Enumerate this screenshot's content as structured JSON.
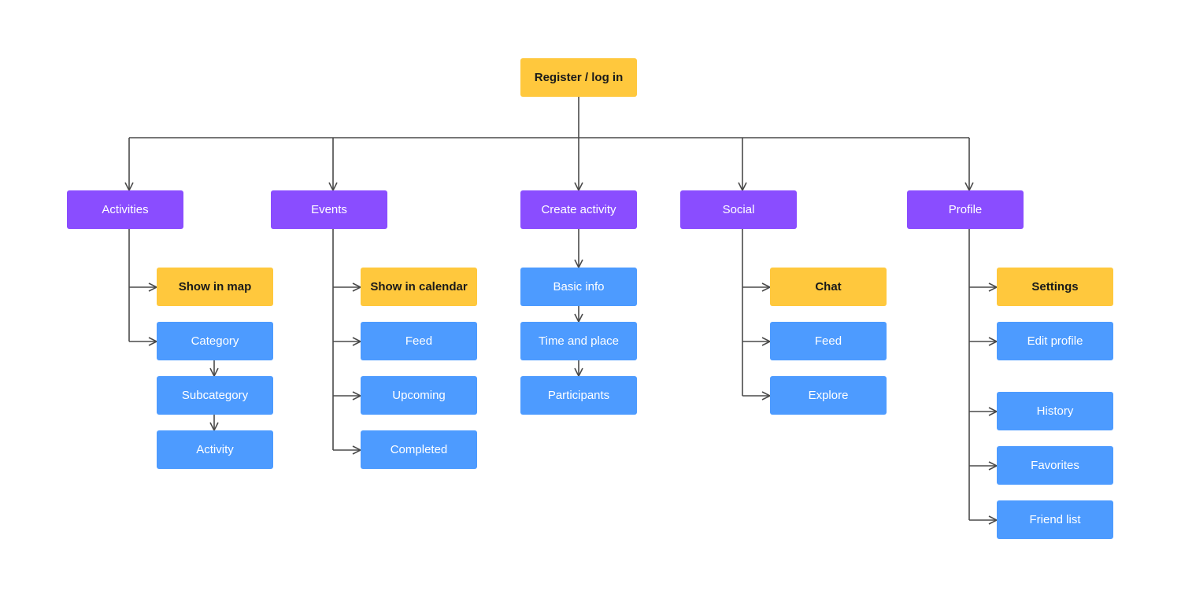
{
  "colors": {
    "start": "#FFC83D",
    "section": "#8A4DFF",
    "page": "#4D9BFF",
    "connector": "#4a4a4a"
  },
  "diagram": {
    "root": {
      "label": "Register / log in"
    },
    "sections": [
      {
        "label": "Activities",
        "children": [
          {
            "label": "Show in map",
            "kind": "highlight"
          },
          {
            "label": "Category",
            "kind": "page"
          },
          {
            "label": "Subcategory",
            "kind": "page"
          },
          {
            "label": "Activity",
            "kind": "page"
          }
        ]
      },
      {
        "label": "Events",
        "children": [
          {
            "label": "Show in calendar",
            "kind": "highlight"
          },
          {
            "label": "Feed",
            "kind": "page"
          },
          {
            "label": "Upcoming",
            "kind": "page"
          },
          {
            "label": "Completed",
            "kind": "page"
          }
        ]
      },
      {
        "label": "Create activity",
        "children": [
          {
            "label": "Basic info",
            "kind": "page"
          },
          {
            "label": "Time and place",
            "kind": "page"
          },
          {
            "label": "Participants",
            "kind": "page"
          }
        ]
      },
      {
        "label": "Social",
        "children": [
          {
            "label": "Chat",
            "kind": "highlight"
          },
          {
            "label": "Feed",
            "kind": "page"
          },
          {
            "label": "Explore",
            "kind": "page"
          }
        ]
      },
      {
        "label": "Profile",
        "children": [
          {
            "label": "Settings",
            "kind": "highlight"
          },
          {
            "label": "Edit profile",
            "kind": "page"
          },
          {
            "label": "History",
            "kind": "page"
          },
          {
            "label": "Favorites",
            "kind": "page"
          },
          {
            "label": "Friend list",
            "kind": "page"
          }
        ]
      }
    ]
  }
}
